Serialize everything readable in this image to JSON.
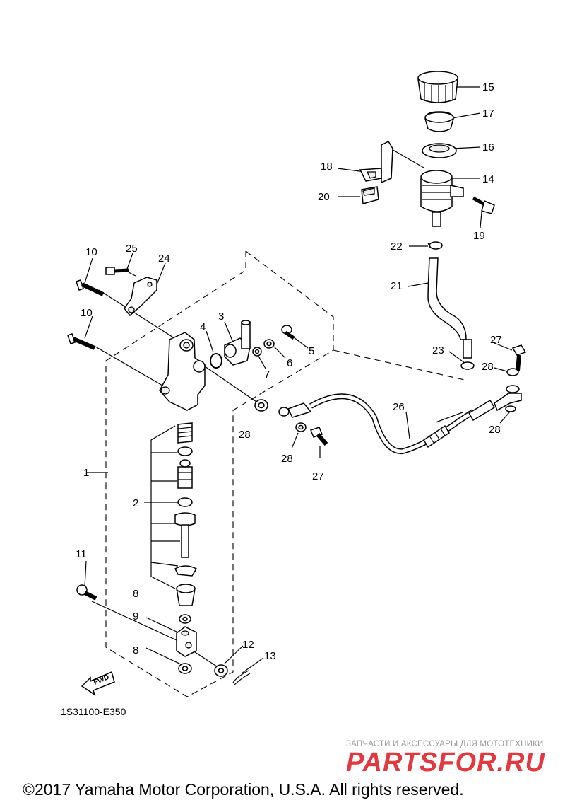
{
  "diagram": {
    "part_numbers": {
      "p1": "1",
      "p2": "2",
      "p3": "3",
      "p4": "4",
      "p5": "5",
      "p6": "6",
      "p7": "7",
      "p8a": "8",
      "p8b": "8",
      "p9": "9",
      "p10a": "10",
      "p10b": "10",
      "p11": "11",
      "p12": "12",
      "p13": "13",
      "p14": "14",
      "p15": "15",
      "p16": "16",
      "p17": "17",
      "p18": "18",
      "p19": "19",
      "p20": "20",
      "p21": "21",
      "p22": "22",
      "p23": "23",
      "p24": "24",
      "p25": "25",
      "p26": "26",
      "p27a": "27",
      "p27b": "27",
      "p28a": "28",
      "p28b": "28",
      "p28c": "28",
      "p28d": "28"
    },
    "drawing_code": "1S31100-E350",
    "fwd_label": "FWD"
  },
  "watermark": {
    "tagline": "ЗАПЧАСТИ И АКСЕССУАРЫ ДЛЯ МОТОТЕХНИКИ",
    "logo": "PARTSFOR.RU"
  },
  "footer": {
    "copyright": "©2017 Yamaha Motor Corporation, U.S.A. All rights reserved."
  }
}
